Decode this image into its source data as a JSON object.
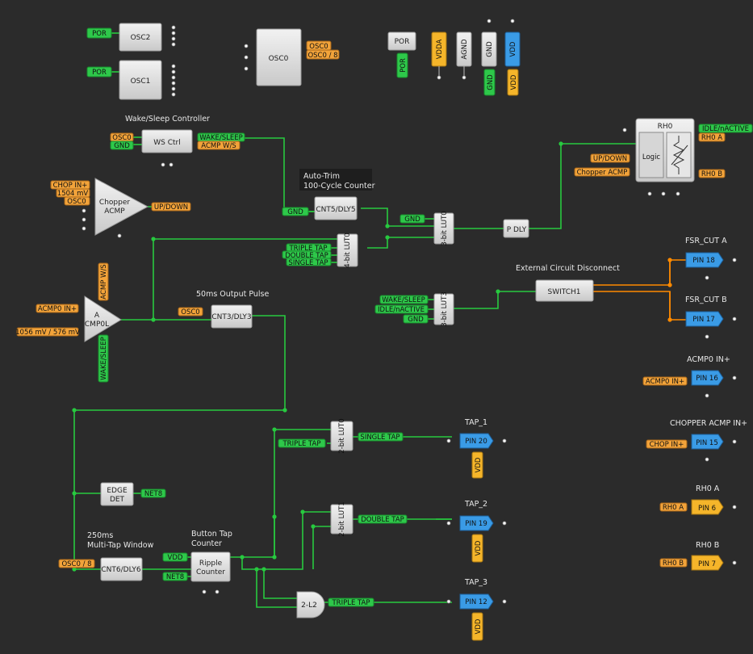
{
  "blocks": {
    "osc2": "OSC2",
    "osc1": "OSC1",
    "osc0": "OSC0",
    "por_block": "POR",
    "vdda": "VDDA",
    "agnd": "AGND",
    "gnd": "GND",
    "vdd": "VDD",
    "ws_ctrl": "WS Ctrl",
    "chopper_acmp_l1": "Chopper",
    "chopper_acmp_l2": "ACMP",
    "cnt5": "CNT5/DLY5",
    "lut4": "4-bit LUT0",
    "lut3_0": "3-bit LUT0",
    "p_dly": "P DLY",
    "rh0": "RH0",
    "rh0_logic": "Logic",
    "acmp0_l1": "A",
    "acmp0_l2": "CMP0L",
    "cnt3": "CNT3/DLY3",
    "switch1": "SWITCH1",
    "lut3_3": "3-bit LUT3",
    "edge_l1": "EDGE",
    "edge_l2": "DET",
    "cnt6": "CNT6/DLY6",
    "ripple_l1": "Ripple",
    "ripple_l2": "Counter",
    "lut2_0": "2-bit LUT0",
    "lut2_1": "2-bit LUT1",
    "and2": "2-L2"
  },
  "titles": {
    "ws_controller": "Wake/Sleep Controller",
    "auto_trim_l1": "Auto-Trim",
    "auto_trim_l2": "100-Cycle Counter",
    "output_pulse": "50ms Output Pulse",
    "ext_disconnect": "External Circuit Disconnect",
    "fsr_cut_a": "FSR_CUT A",
    "fsr_cut_b": "FSR_CUT B",
    "acmp0_in": "ACMP0 IN+",
    "chopper_in": "CHOPPER ACMP IN+",
    "rh0_a": "RH0 A",
    "rh0_b": "RH0 B",
    "tap1": "TAP_1",
    "tap2": "TAP_2",
    "tap3": "TAP_3",
    "multitap_l1": "250ms",
    "multitap_l2": "Multi-Tap Window",
    "button_tap_l1": "Button Tap",
    "button_tap_l2": "Counter"
  },
  "pins": {
    "pin18": "PIN 18",
    "pin17": "PIN 17",
    "pin16": "PIN 16",
    "pin15": "PIN 15",
    "pin6": "PIN 6",
    "pin7": "PIN 7",
    "pin20": "PIN 20",
    "pin19": "PIN 19",
    "pin12": "PIN 12"
  },
  "nets": {
    "por_osc2": "POR",
    "por_osc1": "POR",
    "osc0_out1": "OSC0",
    "osc0_out2": "OSC0 / 8",
    "por_vert": "POR",
    "gnd_vert": "GND",
    "vdd_vert": "VDD",
    "ws_osc0": "OSC0",
    "ws_gnd": "GND",
    "ws_wake": "WAKE/SLEEP",
    "ws_acmp": "ACMP W/S",
    "chop_in": "CHOP IN+",
    "chop_ref": "1504 mV",
    "chop_osc0": "OSC0",
    "up_down_out": "UP/DOWN",
    "cnt5_gnd": "GND",
    "lut_gnd": "GND",
    "triple_in": "TRIPLE TAP",
    "double_in": "DOUBLE TAP",
    "single_in": "SINGLE TAP",
    "idle_active": "IDLE/nACTIVE",
    "rh0a_out": "RH0 A",
    "rh0b_out": "RH0 B",
    "up_down_in": "UP/DOWN",
    "chopper_acmp_in": "Chopper ACMP",
    "acmp0_in": "ACMP0 IN+",
    "acmp_ref": "1056 mV / 576 mV",
    "acmp_ws": "ACMP W/S",
    "acmp_wake": "WAKE/SLEEP",
    "cnt3_osc0": "OSC0",
    "lut3_wake": "WAKE/SLEEP",
    "lut3_idle": "IDLE/nACTIVE",
    "lut3_gnd": "GND",
    "pin16_in": "ACMP0 IN+",
    "pin15_in": "CHOP IN+",
    "pin6_in": "RH0 A",
    "pin7_in": "RH0 B",
    "net8_out": "NET8",
    "net8_in": "NET8",
    "osc0_8_in": "OSC0 / 8",
    "vdd_in": "VDD",
    "triple_lut_in": "TRIPLE TAP",
    "single_out": "SINGLE TAP",
    "double_out": "DOUBLE TAP",
    "triple_out": "TRIPLE TAP",
    "vdd_p20": "VDD",
    "vdd_p19": "VDD",
    "vdd_p12": "VDD"
  },
  "colors": {
    "wire": "#27c93f",
    "wire_orange": "#ff8a00",
    "pin_blue": "#3a9be6",
    "pin_yellow": "#f5b52a",
    "background": "#2b2b2b"
  }
}
